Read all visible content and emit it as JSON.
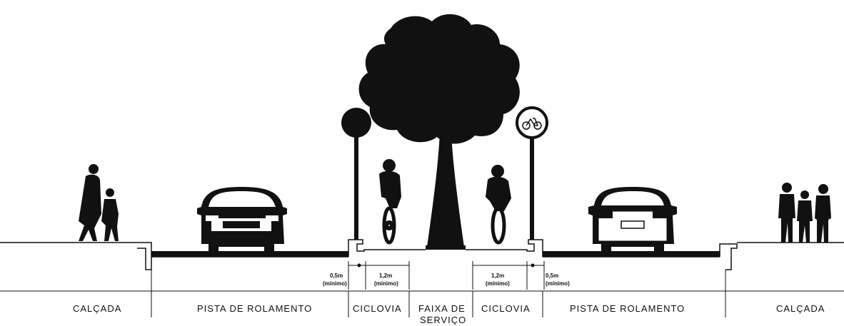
{
  "zones": {
    "calcada_left": "CALÇADA",
    "pista_left": "PISTA DE ROLAMENTO",
    "ciclovia_left": "CICLOVIA",
    "faixa_line1": "FAIXA DE",
    "faixa_line2": "SERVIÇO",
    "ciclovia_right": "CICLOVIA",
    "pista_right": "PISTA DE ROLAMENTO",
    "calcada_right": "CALÇADA"
  },
  "dimensions": {
    "left_offset_value": "0,5m",
    "left_offset_note": "(mínimo)",
    "left_lane_value": "1,2m",
    "left_lane_note": "(mínimo)",
    "right_lane_value": "1,2m",
    "right_lane_note": "(mínimo)",
    "right_offset_value": "0,5m",
    "right_offset_note": "(mínimo)"
  },
  "icons": {
    "left_sign": "round-sign-icon",
    "right_sign": "bicycle-sign-icon",
    "tree": "tree-icon",
    "pedestrians_left": "pedestrians-icon",
    "pedestrians_right": "pedestrian-group-icon",
    "car_left": "car-front-icon",
    "car_right": "car-rear-icon",
    "cyclist_left": "cyclist-icon",
    "cyclist_right": "cyclist-icon"
  },
  "colors": {
    "ink": "#111111",
    "paper": "#ffffff"
  }
}
